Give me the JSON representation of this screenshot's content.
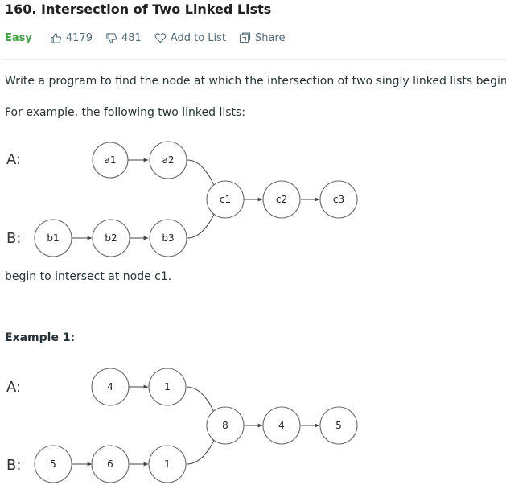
{
  "problem": {
    "title": "160. Intersection of Two Linked Lists",
    "difficulty": "Easy",
    "likes": "4179",
    "dislikes": "481",
    "add_to_list_label": "Add to List",
    "share_label": "Share",
    "colors": {
      "difficulty": "#43a047",
      "meta_text": "#546e7a"
    }
  },
  "content": {
    "intro": "Write a program to find the node at which the intersection of two singly linked lists begins.",
    "example_lead": "For example, the following two linked lists:",
    "intersect_text": "begin to intersect at node c1.",
    "example1_heading": "Example 1:"
  },
  "diagram1": {
    "label_a": "A:",
    "label_b": "B:",
    "list_a": [
      "a1",
      "a2"
    ],
    "list_b": [
      "b1",
      "b2",
      "b3"
    ],
    "common": [
      "c1",
      "c2",
      "c3"
    ]
  },
  "diagram2": {
    "label_a": "A:",
    "label_b": "B:",
    "list_a": [
      "4",
      "1"
    ],
    "list_b": [
      "5",
      "6",
      "1"
    ],
    "common": [
      "8",
      "4",
      "5"
    ]
  },
  "icons": [
    "thumbs-up-icon",
    "thumbs-down-icon",
    "heart-icon",
    "share-icon"
  ]
}
